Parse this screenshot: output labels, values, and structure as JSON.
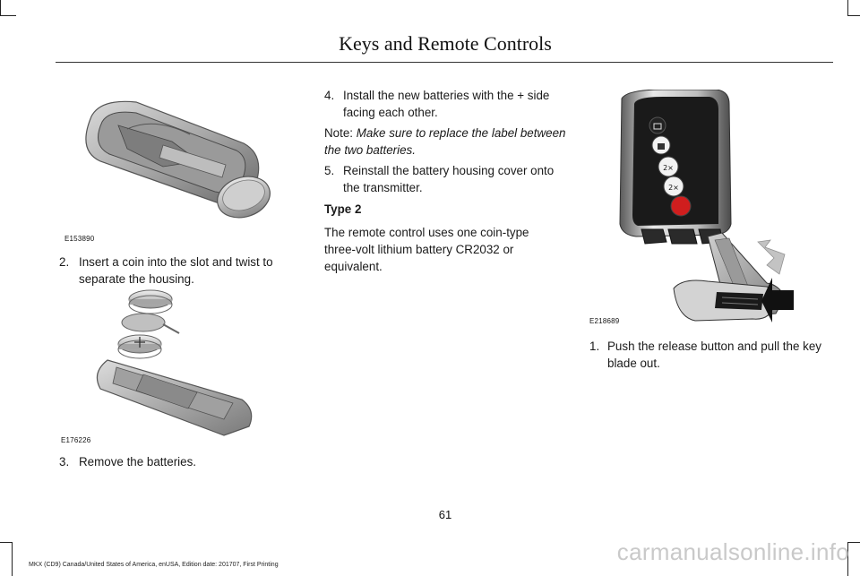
{
  "header": {
    "title": "Keys and Remote Controls"
  },
  "figures": {
    "fig1": {
      "code": "E153890"
    },
    "fig2": {
      "code": "E176226"
    },
    "fig3": {
      "code": "E218689"
    }
  },
  "left_column": {
    "step2": {
      "number": "2.",
      "text": "Insert a coin into the slot and twist to separate the housing."
    },
    "step3": {
      "number": "3.",
      "text": "Remove the batteries."
    }
  },
  "middle_column": {
    "step4": {
      "number": "4.",
      "text": "Install the new batteries with the + side facing each other."
    },
    "note": {
      "label": "Note:",
      "text": "Make sure to replace the label between the two batteries."
    },
    "step5": {
      "number": "5.",
      "text": "Reinstall the battery housing cover onto the transmitter."
    },
    "type_heading": "Type 2",
    "type_text": "The remote control uses one coin-type three-volt lithium battery CR2032 or equivalent."
  },
  "right_column": {
    "step1": {
      "number": "1.",
      "text": "Push the release button and pull the key blade out."
    }
  },
  "page_number": "61",
  "footer": {
    "edition": "MKX (CD9) Canada/United States of America, enUSA, Edition date: 201707, First Printing"
  },
  "watermark": "carmanualsonline.info",
  "colors": {
    "key_red": "#d01e1e",
    "arrow": "#111111",
    "arrow_light": "#bdbdbd"
  }
}
